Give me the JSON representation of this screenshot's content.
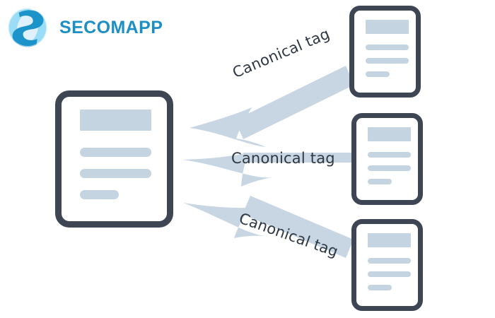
{
  "brand": {
    "name": "SECOMAPP",
    "logo_icon": "secomapp-s-circle-logo",
    "text_color": "#1c8fc4",
    "logo_colors": [
      "#29abe2",
      "#1a8fc1",
      "#7fd4f0",
      "#d6eefb"
    ]
  },
  "diagram": {
    "type": "canonical-tag-consolidation",
    "background": "#ffffff",
    "document_outline_color": "#3e4653",
    "document_content_color": "#c4d4e1",
    "arrow_color": "#c7d6e2",
    "label_color": "#2f3742",
    "canonical_document": {
      "role": "canonical-target",
      "header_block": "",
      "lines": [
        "",
        "",
        ""
      ]
    },
    "duplicate_documents": [
      {
        "role": "duplicate-page-1",
        "header_block": "",
        "lines": [
          "",
          "",
          ""
        ]
      },
      {
        "role": "duplicate-page-2",
        "header_block": "",
        "lines": [
          "",
          "",
          ""
        ]
      },
      {
        "role": "duplicate-page-3",
        "header_block": "",
        "lines": [
          "",
          "",
          ""
        ]
      }
    ],
    "arrows": [
      {
        "label": "Canonical tag",
        "direction": "down-left",
        "rotation_deg": -23
      },
      {
        "label": "Canonical tag",
        "direction": "left",
        "rotation_deg": 0
      },
      {
        "label": "Canonical tag",
        "direction": "up-left",
        "rotation_deg": 19.5
      }
    ]
  }
}
